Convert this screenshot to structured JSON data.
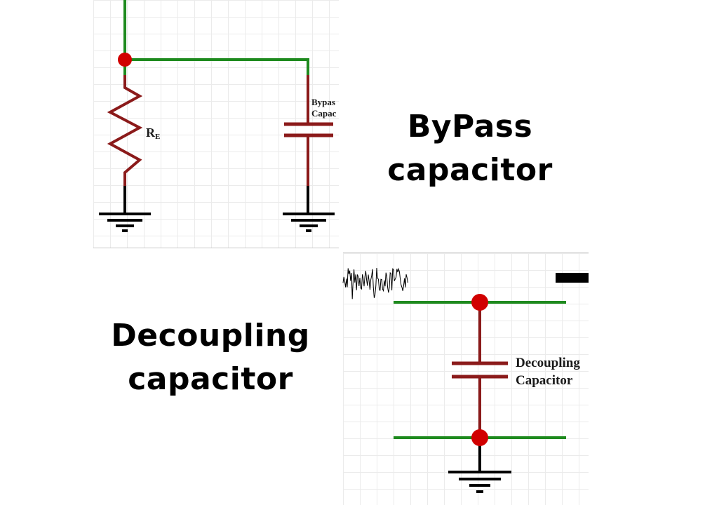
{
  "titles": {
    "bypass_line1": "ByPass",
    "bypass_line2": "capacitor",
    "decoupling_line1": "Decoupling",
    "decoupling_line2": "capacitor"
  },
  "bypass_circuit": {
    "resistor_label": "R",
    "resistor_subscript": "E",
    "capacitor_label_line1": "Bypas",
    "capacitor_label_line2": "Capac"
  },
  "decoupling_circuit": {
    "capacitor_label_line1": "Decoupling",
    "capacitor_label_line2": "Capacitor"
  },
  "colors": {
    "wire_green": "#1e8a1e",
    "component_red": "#8b1a1a",
    "node_red": "#d10000",
    "ground_black": "#000000"
  }
}
